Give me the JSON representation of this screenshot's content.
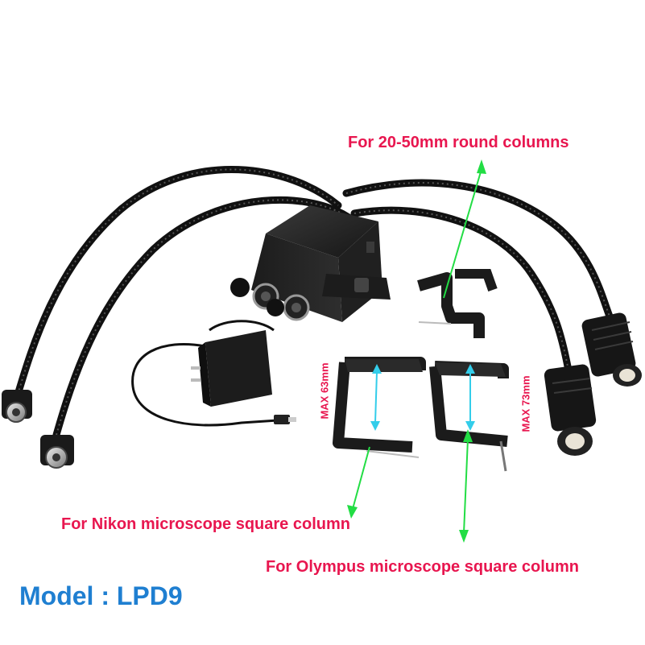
{
  "labels": {
    "round_columns": "For 20-50mm round columns",
    "nikon": "For Nikon microscope square column",
    "olympus": "For Olympus microscope square column",
    "model": "Model : LPD9",
    "max63": "MAX 63mm",
    "max73": "MAX 73mm"
  },
  "colors": {
    "label_pink": "#e8164f",
    "model_blue": "#1f7fd1",
    "arrow_green": "#22dd44",
    "arrow_cyan": "#33cdea"
  }
}
